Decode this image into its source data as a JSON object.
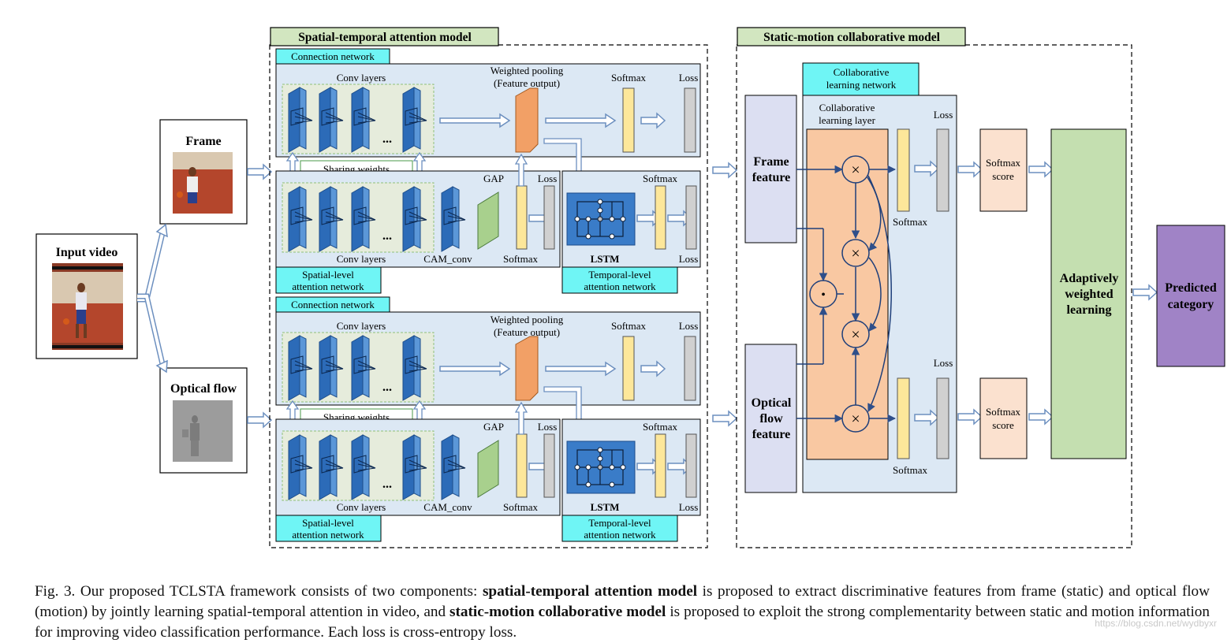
{
  "input": {
    "input_video": "Input video",
    "frame": "Frame",
    "optical_flow": "Optical flow"
  },
  "spatial_temporal": {
    "title": "Spatial-temporal attention model",
    "connection_network": "Connection network",
    "conv_layers": "Conv layers",
    "ellipsis": "...",
    "weighted_pooling_1": "Weighted pooling",
    "weighted_pooling_2": "(Feature output)",
    "softmax": "Softmax",
    "loss": "Loss",
    "sharing_weights": "Sharing weights",
    "gap": "GAP",
    "cam_conv": "CAM_conv",
    "lstm": "LSTM",
    "spatial_level_1": "Spatial-level",
    "spatial_level_2": "attention network",
    "temporal_level_1": "Temporal-level",
    "temporal_level_2": "attention network"
  },
  "static_motion": {
    "title": "Static-motion collaborative model",
    "collab_network_1": "Collaborative",
    "collab_network_2": "learning network",
    "collab_layer_1": "Collaborative",
    "collab_layer_2": "learning layer",
    "frame_feature_1": "Frame",
    "frame_feature_2": "feature",
    "flow_feature_1": "Optical",
    "flow_feature_2": "flow",
    "flow_feature_3": "feature",
    "softmax": "Softmax",
    "loss": "Loss",
    "softmax_score_1": "Softmax",
    "softmax_score_2": "score",
    "adaptive_1": "Adaptively",
    "adaptive_2": "weighted",
    "adaptive_3": "learning",
    "predicted_1": "Predicted",
    "predicted_2": "category",
    "times": "×",
    "dot": "•"
  },
  "caption": {
    "p1": "Fig. 3.  Our proposed TCLSTA framework consists of two components: ",
    "b1": "spatial-temporal attention model",
    "p2": " is proposed to extract discriminative features from frame (static) and optical flow (motion) by jointly learning spatial-temporal attention in video, and ",
    "b2": "static-motion collaborative model",
    "p3": " is proposed to exploit the strong complementarity between static and motion information for improving video classification performance. Each loss is cross-entropy loss."
  },
  "watermark": "https://blog.csdn.net/wydbyxr",
  "colors": {
    "panel_blue": "#dce8f4",
    "label_cyan": "#6ff5f5",
    "title_green": "#d2e6c0",
    "conv_blue": "#3a78c2",
    "softmax_yellow": "#fde79a",
    "loss_gray": "#d0d0d0",
    "pool_orange": "#f2a066",
    "cam_green": "#a8d08d",
    "collab_peach": "#f9c8a2",
    "adaptive_green": "#c4dfb0",
    "predicted_purple": "#a083c6",
    "score_peach": "#fbe1cf",
    "feature_lavender": "#dcdff2",
    "arrow_blue": "#6c8fbf"
  }
}
